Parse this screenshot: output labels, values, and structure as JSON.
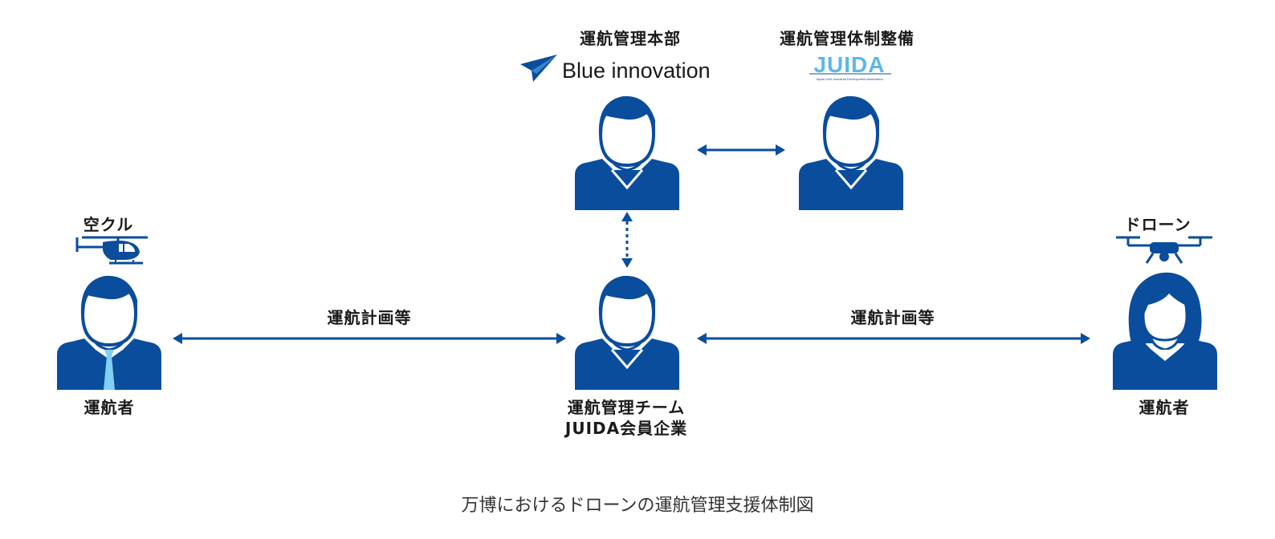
{
  "labels": {
    "hq_role": "運航管理本部",
    "hq_org": "Blue innovation",
    "juida_role": "運航管理体制整備",
    "juida_logo_text": "JUIDA",
    "juida_logo_sub": "Japan UAS Industrial Development Association",
    "aircraft_left": "空クル",
    "aircraft_right": "ドローン",
    "operator_left": "運航者",
    "operator_right": "運航者",
    "center_role_line1": "運航管理チーム",
    "center_role_line2": "JUIDA会員企業",
    "edge_left": "運航計画等",
    "edge_right": "運航計画等"
  },
  "caption": "万博におけるドローンの運航管理支援体制図",
  "colors": {
    "primary": "#0a4d9c",
    "tie": "#7fd0f2",
    "logo_light": "#5ab8e8",
    "text": "#1a1a1a"
  }
}
